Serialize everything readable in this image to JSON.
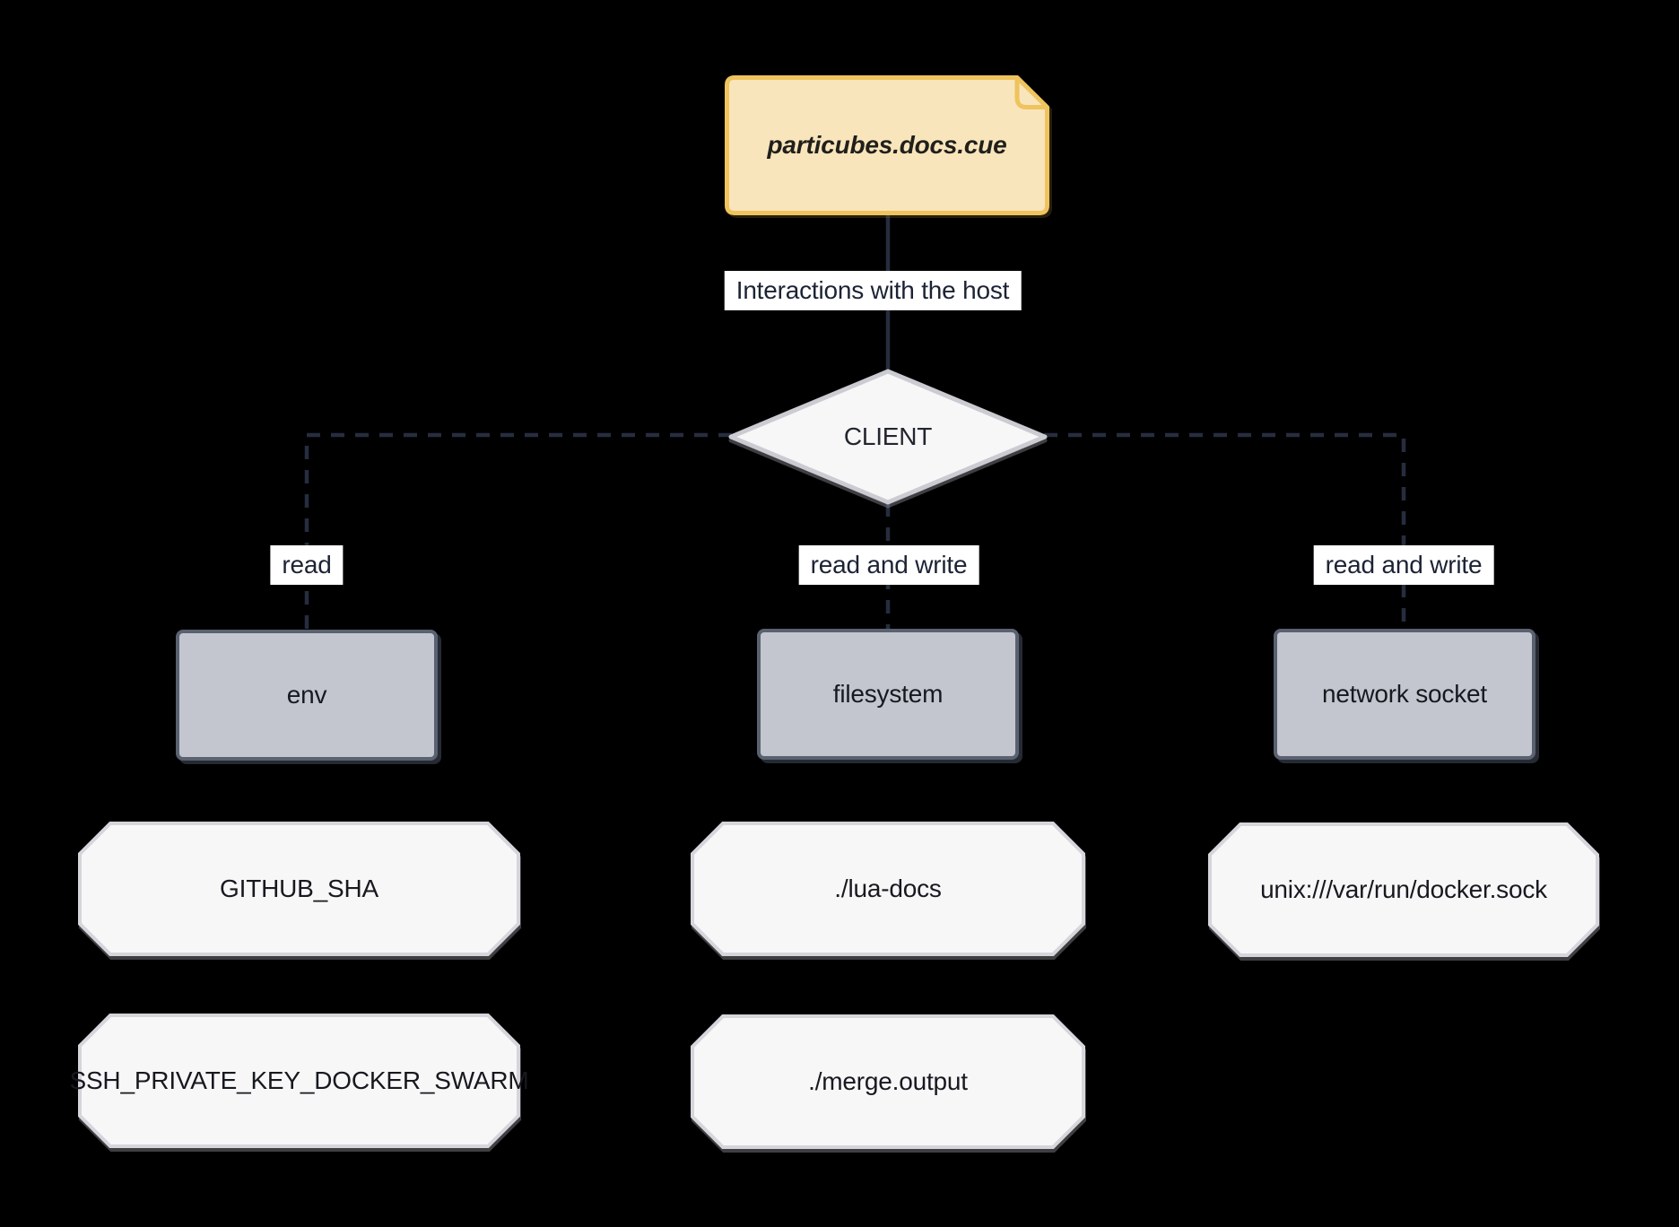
{
  "canvas": {
    "background": "#000000",
    "edge_color": "#272D3E",
    "edge_label_bg": "#FFFFFF"
  },
  "source_node": {
    "label": "particubes.docs.cue",
    "shape": "note",
    "fill": "#F9E5BB",
    "border": "#EFC35D"
  },
  "host_edge": {
    "label": "Interactions with the host",
    "style": "solid"
  },
  "client_node": {
    "label": "CLIENT",
    "shape": "diamond",
    "fill": "#F7F7F8",
    "border": "#CBCBD2"
  },
  "columns": [
    {
      "edge_label": "read",
      "edge_style": "dashed",
      "host": {
        "label": "env",
        "shape": "rectangle",
        "fill": "#C3C6CE",
        "border": "#5A6170"
      },
      "resources": [
        {
          "label": "GITHUB_SHA",
          "shape": "octagon",
          "fill": "#F7F7F8",
          "border": "#D5D5DB"
        },
        {
          "label": "SSH_PRIVATE_KEY_DOCKER_SWARM",
          "shape": "octagon",
          "fill": "#F7F7F8",
          "border": "#D5D5DB"
        }
      ]
    },
    {
      "edge_label": "read and write",
      "edge_style": "dashed",
      "host": {
        "label": "filesystem",
        "shape": "rectangle",
        "fill": "#C3C6CE",
        "border": "#5A6170"
      },
      "resources": [
        {
          "label": "./lua-docs",
          "shape": "octagon",
          "fill": "#F7F7F8",
          "border": "#D5D5DB"
        },
        {
          "label": "./merge.output",
          "shape": "octagon",
          "fill": "#F7F7F8",
          "border": "#D5D5DB"
        }
      ]
    },
    {
      "edge_label": "read and write",
      "edge_style": "dashed",
      "host": {
        "label": "network socket",
        "shape": "rectangle",
        "fill": "#C3C6CE",
        "border": "#5A6170"
      },
      "resources": [
        {
          "label": "unix:///var/run/docker.sock",
          "shape": "octagon",
          "fill": "#F7F7F8",
          "border": "#D5D5DB"
        }
      ]
    }
  ]
}
